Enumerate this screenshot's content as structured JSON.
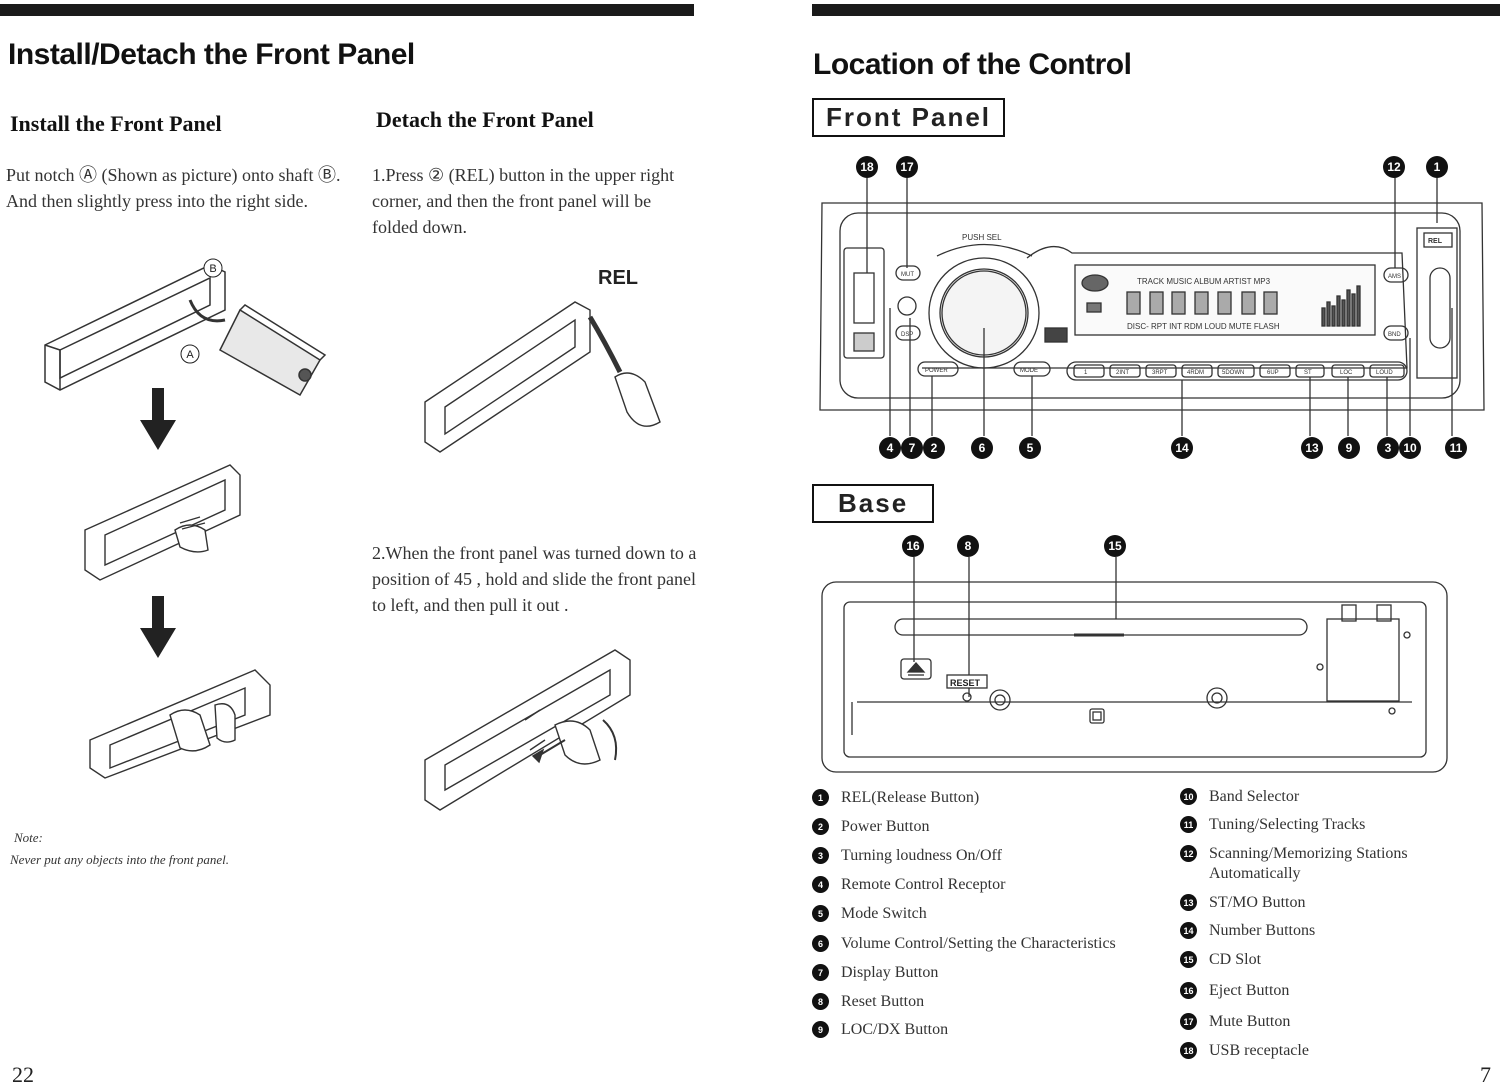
{
  "left_page": {
    "title": "Install/Detach the Front Panel",
    "install": {
      "heading": "Install the Front Panel",
      "text": "Put notch Ⓐ  (Shown as picture) onto shaft Ⓑ. And then slightly press into the right side.",
      "label_a": "A",
      "label_b": "B"
    },
    "detach": {
      "heading": "Detach the Front Panel",
      "step1": "1.Press ② (REL) button in the upper right corner, and then the front panel will be folded down.",
      "rel_label": "REL",
      "step2": "2.When the front panel was turned down to a position of 45  , hold and slide the front panel to left, and then pull it out ."
    },
    "note_label": "Note:",
    "note_text": "Never put any objects into the front panel.",
    "page_number": "22"
  },
  "right_page": {
    "title": "Location of the Control",
    "front_panel_label": "Front Panel",
    "base_label": "Base",
    "page_number": "7",
    "panel": {
      "push_sel": "PUSH SEL",
      "rel": "REL",
      "display_top": "TRACK  MUSIC  ALBUM  ARTIST  MP3",
      "display_bottom": "DISC-  RPT  INT  RDM  LOUD  MUTE  FLASH",
      "buttons": [
        "MUT",
        "DSP",
        "POWER",
        "MODE",
        "AMS",
        "BND"
      ],
      "presets": [
        "1",
        "2INT",
        "3RPT",
        "4RDM",
        "5DOWN",
        "6UP",
        "ST",
        "LOC",
        "LOUD"
      ],
      "reset": "RESET"
    },
    "callouts_top": [
      "18",
      "17",
      "12",
      "1"
    ],
    "callouts_bottom": [
      "4",
      "7",
      "2",
      "6",
      "5",
      "14",
      "13",
      "9",
      "3",
      "10",
      "11"
    ],
    "callouts_base": [
      "16",
      "8",
      "15"
    ],
    "legend_left": [
      {
        "num": "1",
        "text": "REL(Release Button)"
      },
      {
        "num": "2",
        "text": "Power Button"
      },
      {
        "num": "3",
        "text": "Turning loudness On/Off"
      },
      {
        "num": "4",
        "text": "Remote Control Receptor"
      },
      {
        "num": "5",
        "text": "Mode Switch"
      },
      {
        "num": "6",
        "text": "Volume Control/Setting  the Characteristics"
      },
      {
        "num": "7",
        "text": "Display Button"
      },
      {
        "num": "8",
        "text": "Reset Button"
      },
      {
        "num": "9",
        "text": "LOC/DX Button"
      }
    ],
    "legend_right": [
      {
        "num": "10",
        "text": "Band Selector"
      },
      {
        "num": "11",
        "text": "Tuning/Selecting Tracks"
      },
      {
        "num": "12",
        "text": "Scanning/Memorizing Stations Automatically"
      },
      {
        "num": "13",
        "text": "ST/MO Button"
      },
      {
        "num": "14",
        "text": "Number Buttons"
      },
      {
        "num": "15",
        "text": "CD Slot"
      },
      {
        "num": "16",
        "text": "Eject Button"
      },
      {
        "num": "17",
        "text": "Mute Button"
      },
      {
        "num": "18",
        "text": "USB receptacle"
      }
    ]
  }
}
